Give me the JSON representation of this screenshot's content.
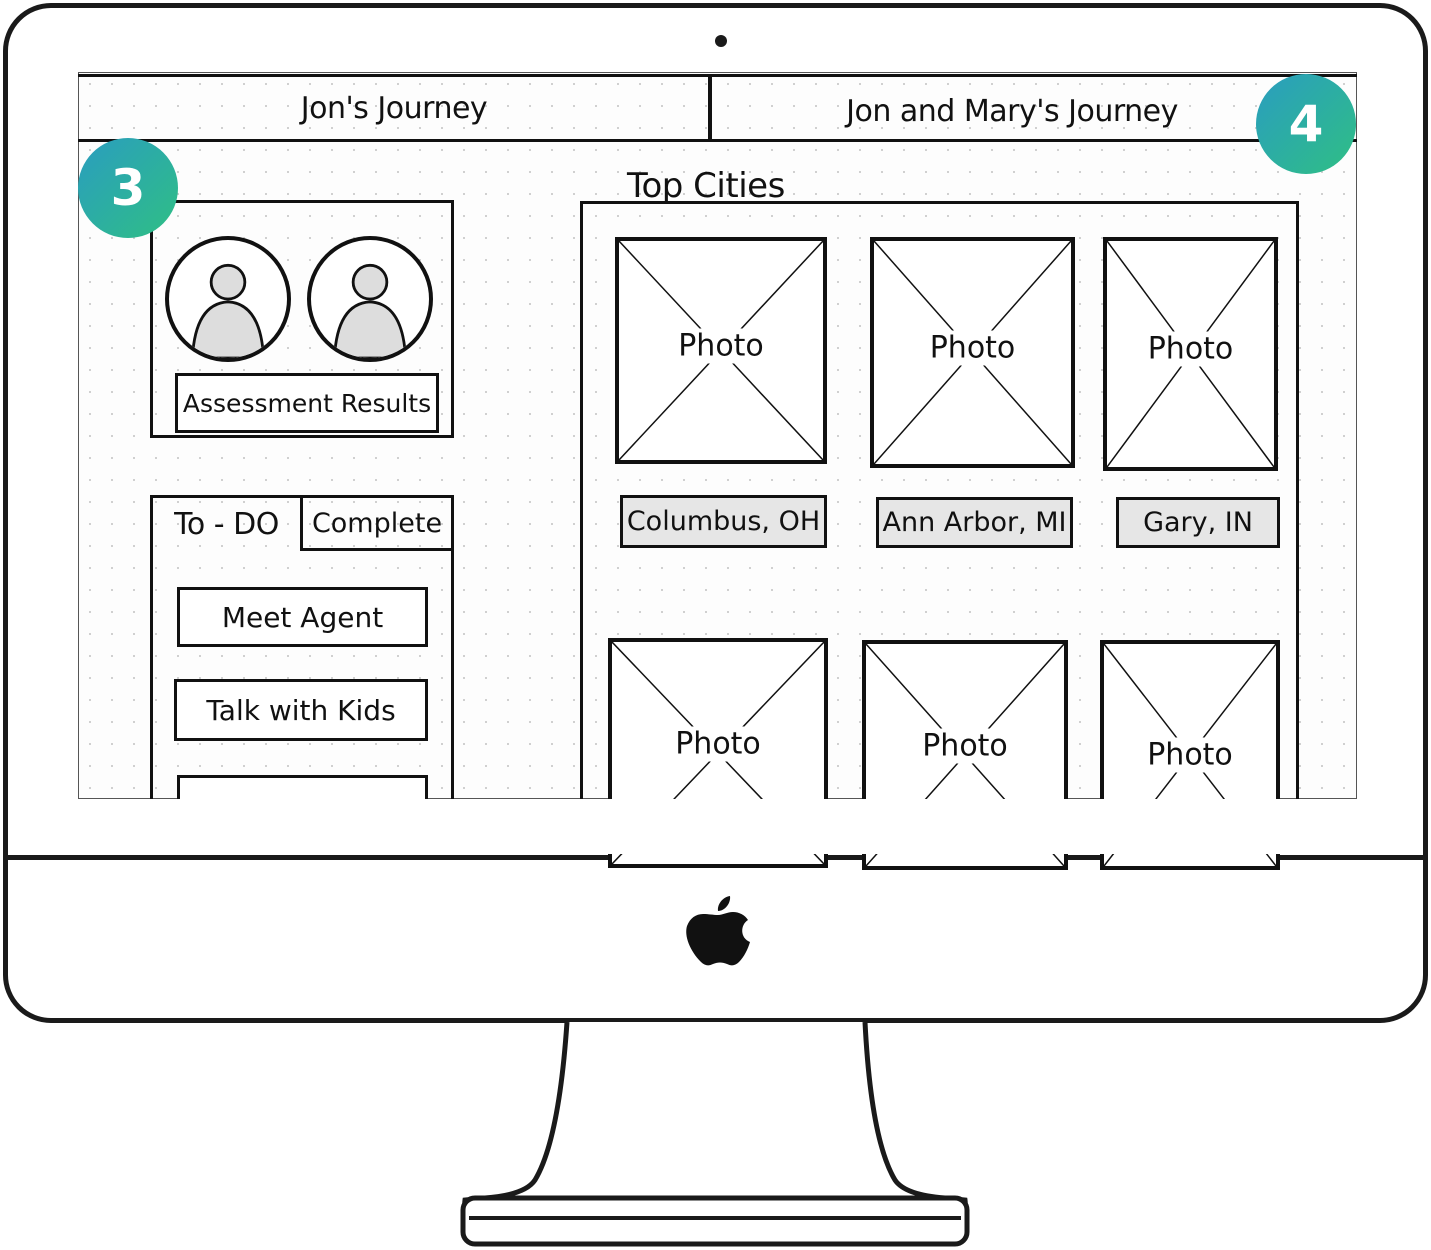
{
  "tabs": [
    {
      "label": "Jon's Journey"
    },
    {
      "label": "Jon and Mary's Journey"
    }
  ],
  "badges": [
    "3",
    "4"
  ],
  "profile": {
    "assessment_button": "Assessment Results"
  },
  "todo": {
    "tabs": [
      "To - DO",
      "Complete"
    ],
    "items": [
      "Meet Agent",
      "Talk with Kids",
      ""
    ]
  },
  "top_cities": {
    "title": "Top Cities",
    "photo_label": "Photo",
    "cities": [
      "Columbus, OH",
      "Ann Arbor, MI",
      "Gary, IN"
    ]
  },
  "icons": [
    "apple-logo-icon",
    "avatar-icon",
    "photo-placeholder-icon"
  ]
}
